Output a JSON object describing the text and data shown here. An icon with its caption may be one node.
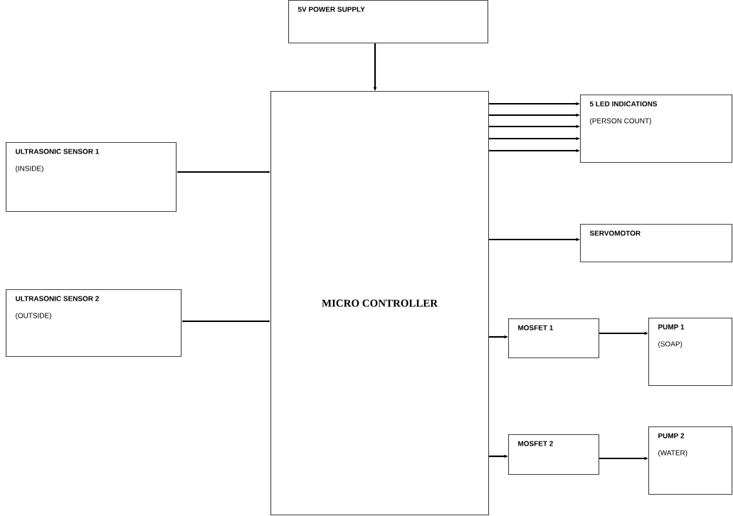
{
  "diagram": {
    "nodes": [
      {
        "text": [
          "5V POWER SUPPLY"
        ]
      },
      {
        "text": [
          "MICRO CONTROLLER"
        ]
      },
      {
        "text": [
          "ULTRASONIC SENSOR 1",
          "(INSIDE)"
        ]
      },
      {
        "text": [
          "ULTRASONIC SENSOR 2",
          "(OUTSIDE)"
        ]
      },
      {
        "text": [
          "5 LED INDICATIONS",
          "(PERSON COUNT)"
        ]
      },
      {
        "text": [
          "SERVOMOTOR"
        ]
      },
      {
        "text": [
          "MOSFET 1"
        ]
      },
      {
        "text": [
          "PUMP 1",
          "(SOAP)"
        ]
      },
      {
        "text": [
          "MOSFET 2"
        ]
      },
      {
        "text": [
          "PUMP 2",
          "(WATER)"
        ]
      }
    ],
    "edges": [
      {
        "from": 0,
        "to": 1,
        "arrow": "to"
      },
      {
        "from": 2,
        "to": 1,
        "arrow": "both"
      },
      {
        "from": 3,
        "to": 1,
        "arrow": "both"
      },
      {
        "from": 1,
        "to": 4,
        "arrow": "to"
      },
      {
        "from": 1,
        "to": 4,
        "arrow": "to"
      },
      {
        "from": 1,
        "to": 4,
        "arrow": "to"
      },
      {
        "from": 1,
        "to": 4,
        "arrow": "to"
      },
      {
        "from": 1,
        "to": 4,
        "arrow": "to"
      },
      {
        "from": 1,
        "to": 5,
        "arrow": "to"
      },
      {
        "from": 1,
        "to": 6,
        "arrow": "to"
      },
      {
        "from": 6,
        "to": 7,
        "arrow": "to"
      },
      {
        "from": 1,
        "to": 8,
        "arrow": "to"
      },
      {
        "from": 8,
        "to": 9,
        "arrow": "to"
      }
    ]
  }
}
